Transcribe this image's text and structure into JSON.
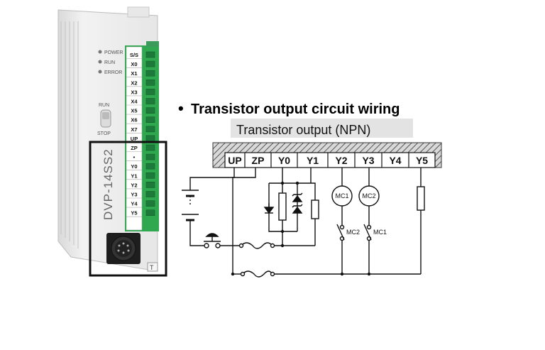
{
  "plc": {
    "model": "DVP-14SS2",
    "leds": [
      "POWER",
      "RUN",
      "ERROR"
    ],
    "switch_top": "RUN",
    "switch_bottom": "STOP",
    "terminal_top": "S/S",
    "input_terminals": [
      "X0",
      "X1",
      "X2",
      "X3",
      "X4",
      "X5",
      "X6",
      "X7"
    ],
    "output_terminals": [
      "UP",
      "ZP",
      "•",
      "Y0",
      "Y1",
      "Y2",
      "Y3",
      "Y4",
      "Y5"
    ],
    "corner_mark": "T"
  },
  "diagram": {
    "heading": "Transistor output circuit wiring",
    "bullet": "•",
    "subheading": "Transistor output (NPN)",
    "terminals": [
      "UP",
      "ZP",
      "Y0",
      "Y1",
      "Y2",
      "Y3",
      "Y4",
      "Y5"
    ],
    "coil_labels": [
      "MC1",
      "MC2"
    ],
    "contact_labels": [
      "MC2",
      "MC1"
    ]
  }
}
